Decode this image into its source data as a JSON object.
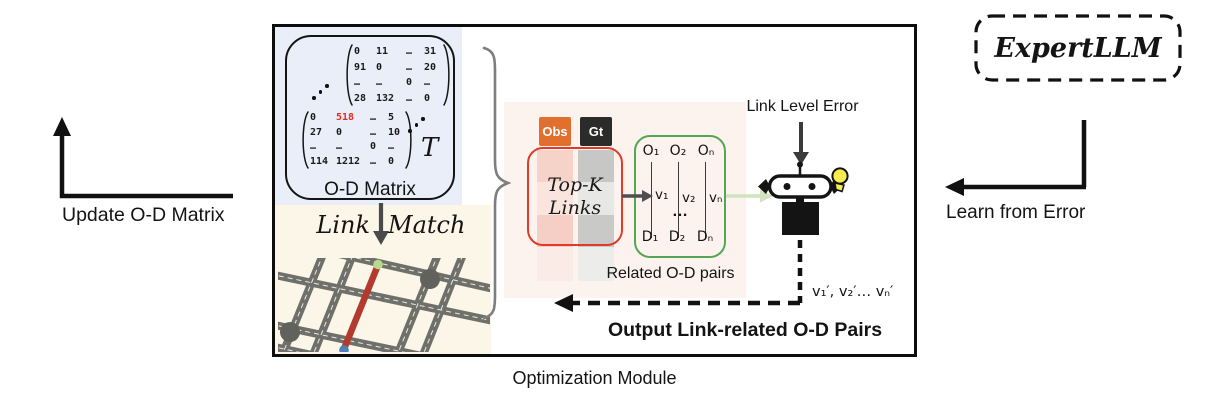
{
  "figure": {
    "left_arrow_label": "Update O-D Matrix",
    "right_arrow_label": "Learn from Error",
    "module_title": "Optimization Module",
    "expert_llm": "ExpertLLM"
  },
  "od_matrix": {
    "label": "O-D Matrix",
    "tensor_symbol": "T",
    "top": {
      "rows": [
        [
          "0",
          "11",
          "…",
          "31"
        ],
        [
          "91",
          "0",
          "…",
          "20"
        ],
        [
          "…",
          "…",
          "0",
          "…"
        ],
        [
          "28",
          "132",
          "…",
          "0"
        ]
      ]
    },
    "bottom": {
      "rows": [
        [
          "0",
          "518",
          "…",
          "5"
        ],
        [
          "27",
          "0",
          "…",
          "10"
        ],
        [
          "…",
          "…",
          "0",
          "…"
        ],
        [
          "114",
          "1212",
          "…",
          "0"
        ]
      ]
    },
    "highlight_value": "518"
  },
  "link_match": {
    "left": "Link",
    "right": "Match"
  },
  "topk": {
    "obs": "Obs",
    "gt": "Gt",
    "line1": "Top-K",
    "line2": "Links"
  },
  "od_pairs": {
    "o": [
      "O₁",
      "O₂",
      "Oₙ"
    ],
    "v": [
      "v₁",
      "v₂",
      "vₙ"
    ],
    "d": [
      "D₁",
      "D₂",
      "Dₙ"
    ],
    "dots": "…",
    "caption": "Related O-D pairs"
  },
  "error_flow": {
    "link_level_error": "Link Level Error",
    "v_output": "v₁′, v₂′… vₙ′",
    "output_caption": "Output Link-related O-D Pairs"
  },
  "colors": {
    "obs_orange": "#e1702f",
    "gt_black": "#2b2b29",
    "topk_red": "#e23a28",
    "pairs_green": "#55a555",
    "highlight_red": "#e8291c",
    "link_red": "#b23a2e",
    "origin_dot_green": "#b9da8d",
    "dest_dot_blue": "#4e80ba",
    "panel_blue": "#e9eef8",
    "panel_cream": "#fcf6e8",
    "panel_pink": "#fcf3ef"
  }
}
